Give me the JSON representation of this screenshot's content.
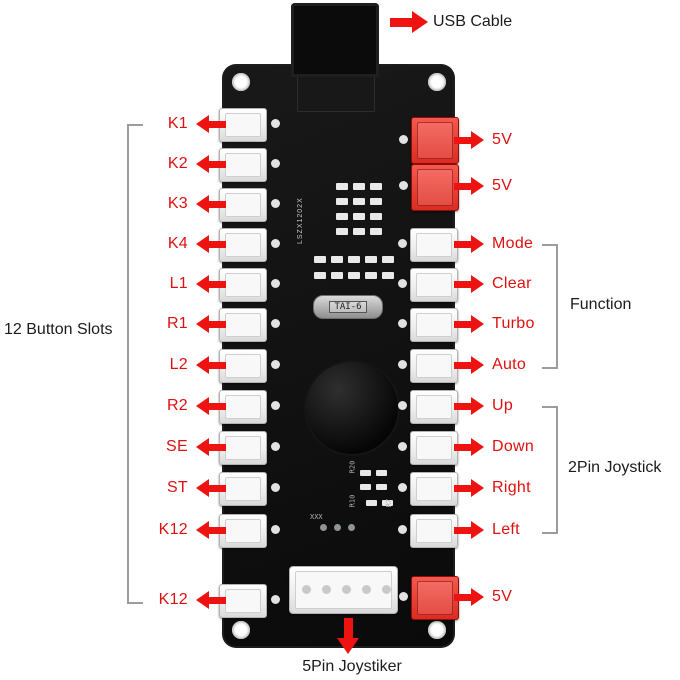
{
  "colors": {
    "label_red": "#e01010",
    "arrow_red": "#ee1310",
    "board_black": "#0e0e0e",
    "connector_red": "#dd2b22"
  },
  "labels": {
    "usb": "USB Cable",
    "five_pin": "5Pin Joystiker",
    "button_group": "12 Button Slots",
    "function_group": "Function",
    "joystick_group": "2Pin Joystick"
  },
  "left_slots": [
    "K1",
    "K2",
    "K3",
    "K4",
    "L1",
    "R1",
    "L2",
    "R2",
    "SE",
    "ST",
    "K12",
    "K12"
  ],
  "power_top": [
    "5V",
    "5V"
  ],
  "function_pins": [
    "Mode",
    "Clear",
    "Turbo",
    "Auto"
  ],
  "joystick_pins": [
    "Up",
    "Down",
    "Right",
    "Left"
  ],
  "power_bottom": "5V",
  "pcb": {
    "crystal": "TAI-6",
    "silk_vertical": "LSZX1202X",
    "silk_small": [
      "R20",
      "R10",
      "R7",
      "XXX"
    ]
  }
}
